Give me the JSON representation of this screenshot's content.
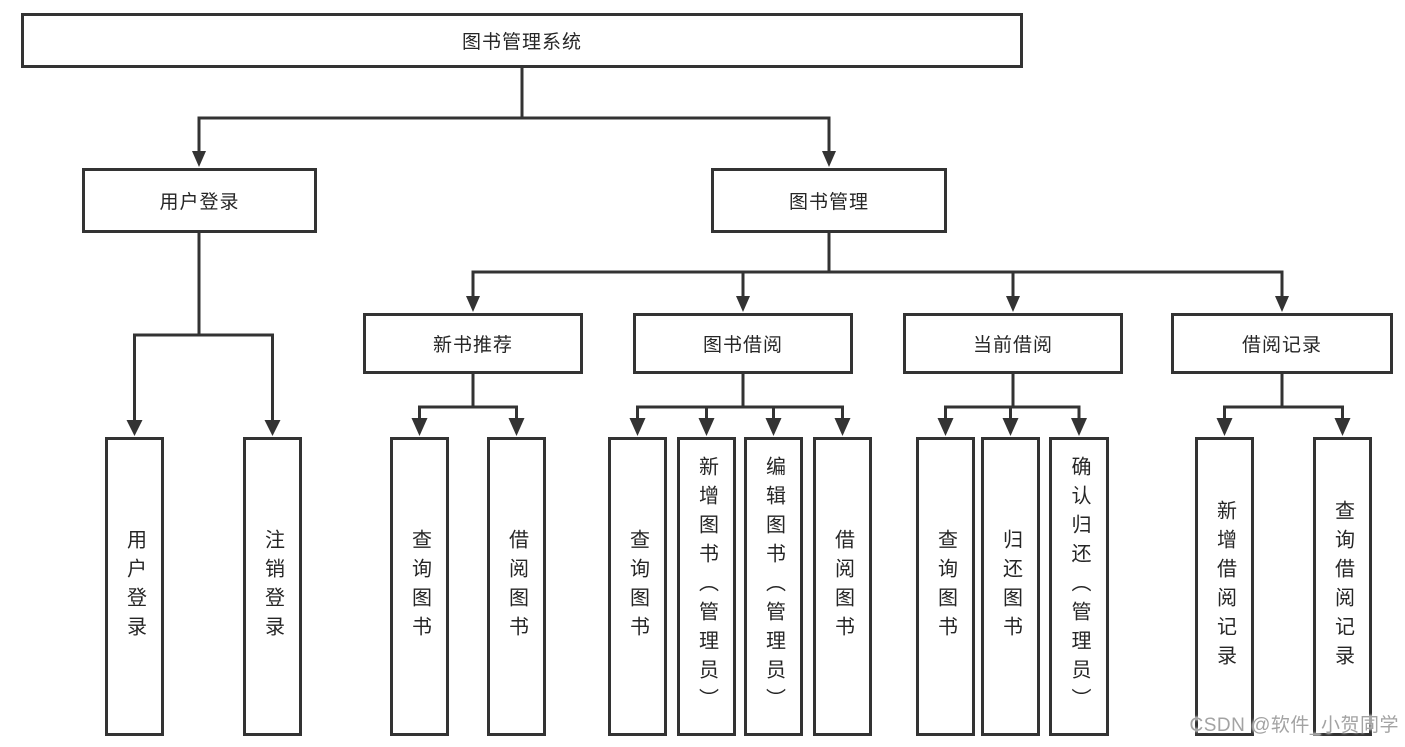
{
  "diagram": {
    "nodes": {
      "root": {
        "label": "图书管理系统"
      },
      "user_login": {
        "label": "用户登录"
      },
      "book_mgmt": {
        "label": "图书管理"
      },
      "new_book_rec": {
        "label": "新书推荐"
      },
      "book_borrowing": {
        "label": "图书借阅"
      },
      "current_borrow": {
        "label": "当前借阅"
      },
      "borrow_records": {
        "label": "借阅记录"
      },
      "leaf_user_login": {
        "label": "用户登录"
      },
      "leaf_logout": {
        "label": "注销登录"
      },
      "leaf_query_book_1": {
        "label": "查询图书"
      },
      "leaf_borrow_book_1": {
        "label": "借阅图书"
      },
      "leaf_query_book_2": {
        "label": "查询图书"
      },
      "leaf_add_book": {
        "label": "新增图书（管理员）"
      },
      "leaf_edit_book": {
        "label": "编辑图书（管理员）"
      },
      "leaf_borrow_book_2": {
        "label": "借阅图书"
      },
      "leaf_query_book_3": {
        "label": "查询图书"
      },
      "leaf_return_book": {
        "label": "归还图书"
      },
      "leaf_confirm_return": {
        "label": "确认归还（管理员）"
      },
      "leaf_add_record": {
        "label": "新增借阅记录"
      },
      "leaf_query_record": {
        "label": "查询借阅记录"
      }
    },
    "colors": {
      "line": "#333333",
      "border": "#333333",
      "text": "#262626",
      "box_background": "#ffffff",
      "page_background": "#ffffff",
      "watermark": "#a3a3a3"
    },
    "watermark": {
      "text": "CSDN @软件_小贺同学"
    }
  }
}
